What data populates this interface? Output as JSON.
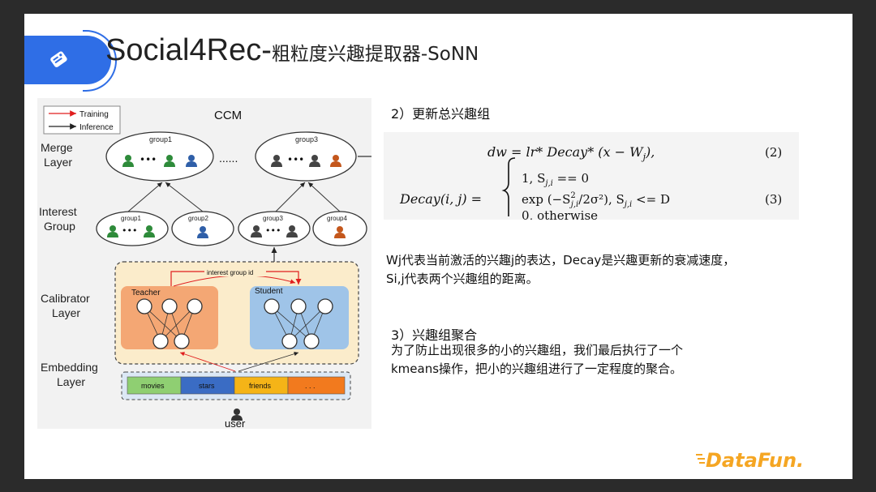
{
  "slide": {
    "title_main": "Social4Rec-",
    "title_suffix": "粗粒度兴趣提取器-SoNN"
  },
  "diagram": {
    "title": "CCM",
    "legend": {
      "training": "Training",
      "inference": "Inference"
    },
    "layers": {
      "merge": [
        "Merge",
        "Layer"
      ],
      "interest": [
        "Interest",
        "Group"
      ],
      "calibrator": [
        "Calibrator",
        "Layer"
      ],
      "embedding": [
        "Embedding",
        "Layer"
      ]
    },
    "merge_groups": [
      "group1",
      "group3"
    ],
    "merge_dots": "......",
    "interest_groups": [
      "group1",
      "group2",
      "group3",
      "group4"
    ],
    "interest_group_id": "interest group id",
    "teacher": "Teacher",
    "student": "Student",
    "embeddings": [
      "movies",
      "stars",
      "friends",
      ". . ."
    ],
    "user": "user",
    "colors": {
      "green": "#2e8b3a",
      "blue": "#2f5fa8",
      "orange": "#c4571c",
      "gray": "#444444"
    }
  },
  "section2": {
    "heading": "2）更新总兴趣组",
    "formula_dw": "dw = lr* Decay* (x − W",
    "formula_dw_sub": "j",
    "formula_dw_tail": "),",
    "formula_dw_no": "(2)",
    "decay_lhs": "Decay(i, j) =",
    "case1": "1,   S",
    "case1_sub": "j,i",
    "case1_tail": " == 0",
    "case2": "exp (−S",
    "case2_sup": "2",
    "case2_sub": "j,i",
    "case2_tail": "/2σ²),   S",
    "case2_sub2": "j,i",
    "case2_tail2": " <= D",
    "case3": "0,   otherwise",
    "decay_no": "(3)",
    "desc_line1": "Wj代表当前激活的兴趣j的表达，Decay是兴趣更新的衰减速度，",
    "desc_line2": "Si,j代表两个兴趣组的距离。"
  },
  "section3": {
    "heading": "3）兴趣组聚合",
    "line1": "为了防止出现很多的小的兴趣组，我们最后执行了一个",
    "line2": "kmeans操作，把小的兴趣组进行了一定程度的聚合。"
  },
  "brand": {
    "name": "DataFun."
  }
}
